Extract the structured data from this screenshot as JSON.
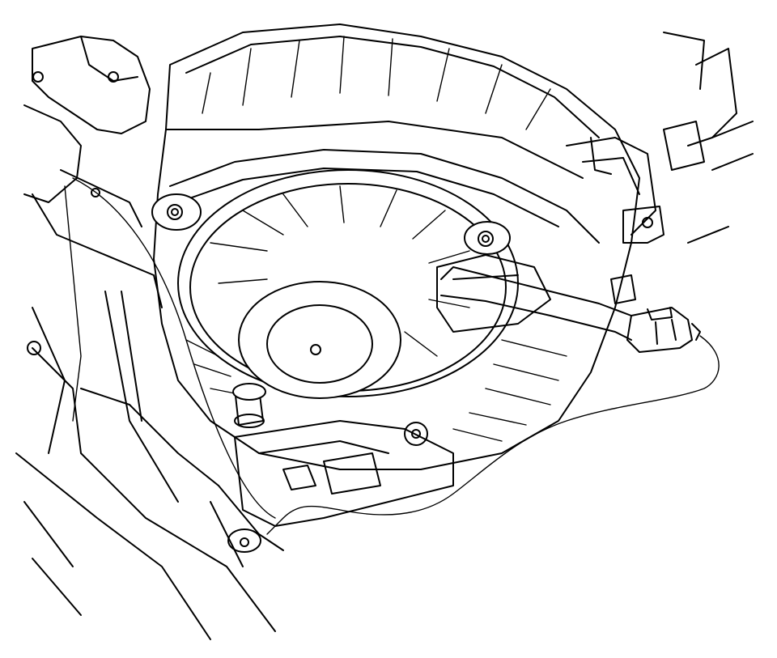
{
  "colors": {
    "line": "#000000",
    "background": "#ffffff"
  },
  "illustration": {
    "parts": {
      "blower_motor": "blower-motor",
      "blower_housing": "blower-motor-housing",
      "mounting_screws": "mounting-screw",
      "electrical_connector": "electrical-connector",
      "wiring_harness": "wiring-harness",
      "motor_cooling_tube": "cooling-tube",
      "dash_panel": "instrument-panel-structure"
    }
  }
}
